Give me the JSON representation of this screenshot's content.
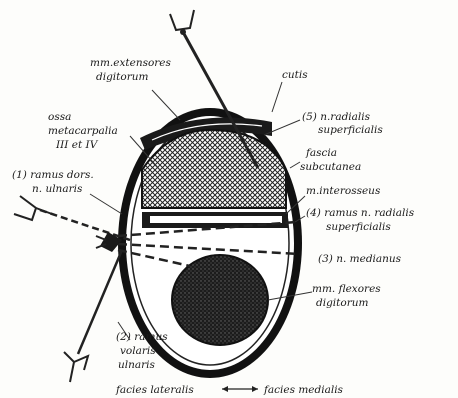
{
  "labels": {
    "extensores_1": "mm.extensores",
    "extensores_2": "digitorum",
    "cutis": "cutis",
    "ossa_1": "ossa",
    "ossa_2": "metacarpalia",
    "ossa_3": "III et IV",
    "radialis_sup_1": "(5) n.radialis",
    "radialis_sup_2": "superficialis",
    "fascia_1": "fascia",
    "fascia_2": "subcutanea",
    "ramus_dors_1": "(1) ramus dors.",
    "ramus_dors_2": "n. ulnaris",
    "interosseus": "m.interosseus",
    "ramus_rad_1": "(4) ramus n. radialis",
    "ramus_rad_2": "superficialis",
    "medianus": "(3) n. medianus",
    "flexores_1": "mm. flexores",
    "flexores_2": "digitorum",
    "volaris_1": "(2) ramus",
    "volaris_2": "volaris",
    "volaris_3": "ulnaris",
    "facies_lat": "facies lateralis",
    "facies_med": "facies medialis"
  }
}
